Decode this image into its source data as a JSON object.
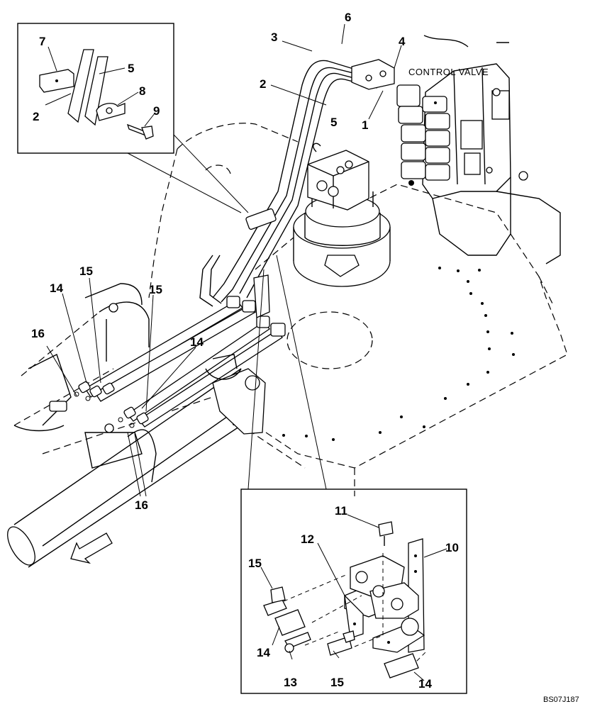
{
  "diagram": {
    "labels": {
      "control_valve": "CONTROL VALVE",
      "drawing_code": "BS07J187"
    },
    "callouts": {
      "c1": "1",
      "c2a": "2",
      "c2b": "2",
      "c3": "3",
      "c4": "4",
      "c5a": "5",
      "c5b": "5",
      "c6": "6",
      "c7": "7",
      "c8": "8",
      "c9": "9",
      "c10": "10",
      "c11": "11",
      "c12": "12",
      "c13": "13",
      "c14a": "14",
      "c14b": "14",
      "c14c": "14",
      "c14d": "14",
      "c15a": "15",
      "c15b": "15",
      "c15c": "15",
      "c15d": "15",
      "c16a": "16",
      "c16b": "16"
    }
  }
}
